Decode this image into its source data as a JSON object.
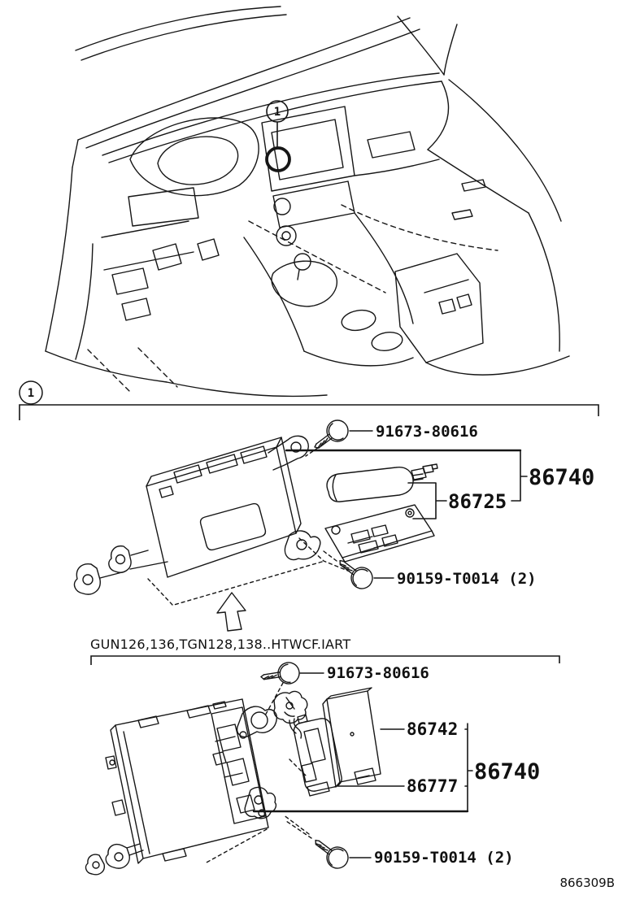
{
  "illustration": {
    "callout_number": "1"
  },
  "section_marker": "1",
  "diagram1": {
    "screw_top": "91673-80616",
    "assembly": "86740",
    "antenna_assembly": "86725",
    "screw_bottom": "90159-T0014 (2)"
  },
  "diagram2": {
    "caption": "GUN126,136,TGN128,138..HTWCF.IART",
    "card": "86742",
    "assembly": "86740",
    "cord": "86777",
    "screw_top": "91673-80616",
    "screw_bottom": "90159-T0014 (2)"
  },
  "footer": {
    "figure_code": "866309B"
  },
  "colors": {
    "ink": "#161616",
    "paper": "#ffffff"
  }
}
